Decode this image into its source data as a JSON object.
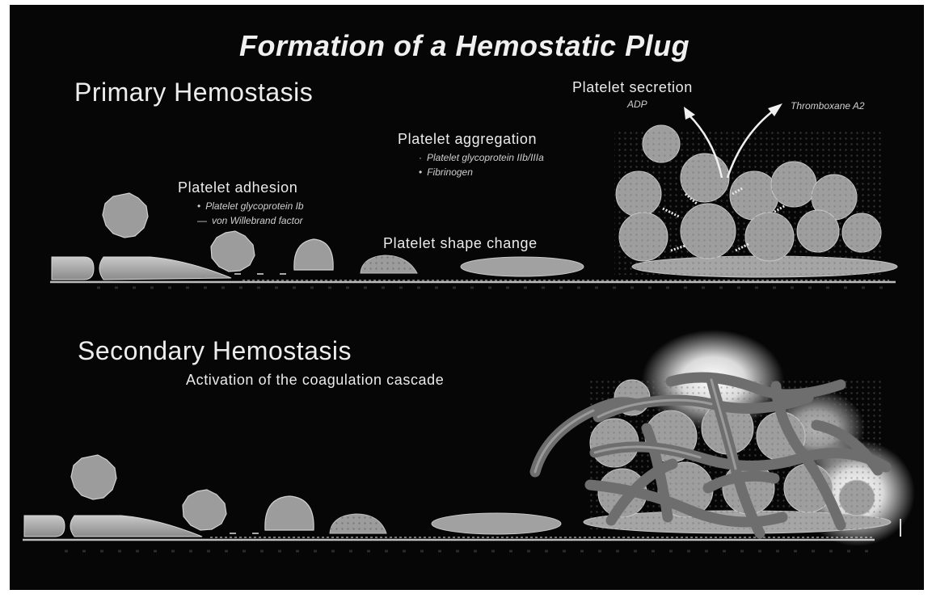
{
  "title": "Formation of a Hemostatic Plug",
  "primary": {
    "heading": "Primary Hemostasis",
    "adhesion": {
      "label": "Platelet adhesion",
      "items": [
        {
          "bullet": "•",
          "text": "Platelet glycoprotein Ib"
        },
        {
          "bullet": "—",
          "text": "von Willebrand factor"
        }
      ]
    },
    "shape_change": {
      "label": "Platelet shape change"
    },
    "aggregation": {
      "label": "Platelet aggregation",
      "items": [
        {
          "bullet": "·",
          "text": "Platelet glycoprotein IIb/IIIa"
        },
        {
          "bullet": "•",
          "text": "Fibrinogen"
        }
      ]
    },
    "secretion": {
      "label": "Platelet secretion",
      "adp": "ADP",
      "thromboxane": "Thromboxane A2"
    }
  },
  "secondary": {
    "heading": "Secondary Hemostasis",
    "subheading": "Activation of the coagulation cascade"
  },
  "colors": {
    "background": "#060606",
    "platelet": "#9b9b9b",
    "fibrin": "#6f6f6f",
    "text": "#ebebeb"
  }
}
